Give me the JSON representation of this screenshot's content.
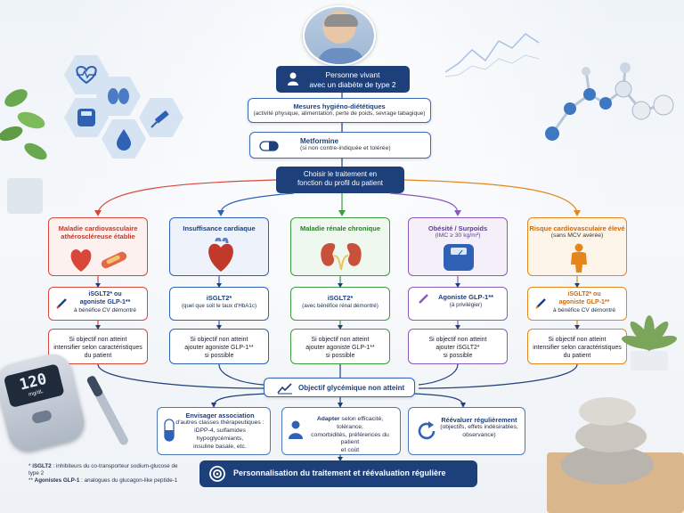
{
  "patient": {
    "line1": "Personne vivant",
    "line2": "avec un diabète de type 2"
  },
  "step1": {
    "title": "Mesures hygiéno-diététiques",
    "detail": "(activité physique, alimentation, perte de poids, sevrage tabagique)"
  },
  "step2": {
    "title": "Metformine",
    "detail": "(si non contre-indiquée et tolérée)"
  },
  "step3": {
    "line1": "Choisir le traitement en",
    "line2": "fonction du profil du patient"
  },
  "columns": [
    {
      "title1": "Maladie cardiovasculaire",
      "title2": "athéroscléreuse établie",
      "med1": "iSGLT2* ou",
      "med2": "agoniste GLP-1**",
      "med3": "à bénéfice CV démontré",
      "obj1": "Si objectif non atteint",
      "obj2": "intensifier selon caractéristiques",
      "obj3": "du patient",
      "color": "#d9463a"
    },
    {
      "title1": "Insuffisance cardiaque",
      "title2": "",
      "med1": "iSGLT2*",
      "med2": "(quel que soit le taux d'HbA1c)",
      "med3": "",
      "obj1": "Si objectif non atteint",
      "obj2": "ajouter agoniste GLP-1**",
      "obj3": "si possible",
      "color": "#2f62b5"
    },
    {
      "title1": "Maladie rénale chronique",
      "title2": "",
      "med1": "iSGLT2*",
      "med2": "(avec bénéfice rénal démontré)",
      "med3": "",
      "obj1": "Si objectif non atteint",
      "obj2": "ajouter agoniste GLP-1**",
      "obj3": "si possible",
      "color": "#3e9a3e"
    },
    {
      "title1": "Obésité / Surpoids",
      "title2": "(IMC ≥ 30 kg/m²)",
      "med1": "Agoniste GLP-1**",
      "med2": "(à privilégier)",
      "med3": "",
      "obj1": "Si objectif non atteint",
      "obj2": "ajouter iSGLT2*",
      "obj3": "si possible",
      "color": "#8a5ab8"
    },
    {
      "title1": "Risque cardiovasculaire élevé",
      "title2": "(sans MCV avérée)",
      "med1": "iSGLT2* ou",
      "med2": "agoniste GLP-1**",
      "med3": "à bénéfice CV démontré",
      "obj1": "Si objectif non atteint",
      "obj2": "intensifier selon caractéristiques",
      "obj3": "du patient",
      "color": "#e5861c"
    }
  ],
  "goal": {
    "label": "Objectif glycémique non atteint"
  },
  "bottom": {
    "box1": {
      "title": "Envisager association",
      "l1": "d'autres classes thérapeutiques :",
      "l2": "iDPP-4, sulfamides hypoglycémiants,",
      "l3": "insuline basale, etc."
    },
    "box2": {
      "title": "Adapter",
      "title_rest": " selon efficacité, tolérance,",
      "l1": "comorbidités, préférences du patient",
      "l2": "et coût"
    },
    "box3": {
      "title": "Réévaluer régulièrement",
      "l1": "(objectifs, effets indésirables,",
      "l2": "observance)"
    }
  },
  "final": {
    "label": "Personnalisation du traitement et réévaluation régulière"
  },
  "glucose_reading": "120",
  "glucose_unit": "mg/dL",
  "footnotes": {
    "f1_mark": "* ",
    "f1_bold": "iSGLT2",
    "f1_rest": " : inhibiteurs du co-transporteur sodium-glucose de type 2",
    "f2_mark": "** ",
    "f2_bold": "Agonistes GLP-1",
    "f2_rest": " : analogues du glucagon-like peptide-1"
  },
  "colors": {
    "navy": "#1d3f7a",
    "red": "#d9463a",
    "blue": "#2f62b5",
    "green": "#3e9a3e",
    "purple": "#8a5ab8",
    "orange": "#e5861c"
  },
  "icons": [
    "heart-rate-icon",
    "kidney-icon",
    "scale-icon",
    "syringe-icon",
    "drop-icon",
    "molecule-icon",
    "pill-icon",
    "chart-icon",
    "person-icon",
    "pen-icon",
    "refresh-icon",
    "target-icon",
    "glucometer-icon",
    "insulin-pen-icon",
    "succulent-icon",
    "stones-icon"
  ]
}
